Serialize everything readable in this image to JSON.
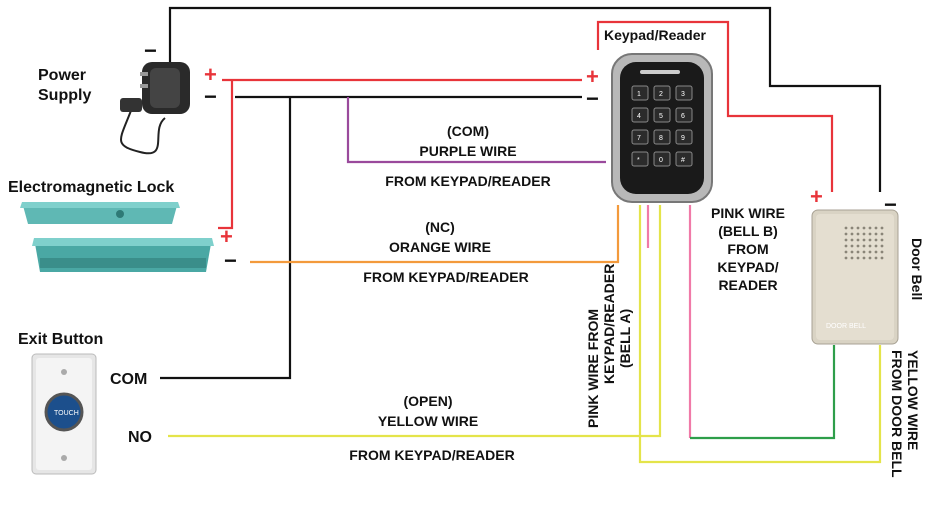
{
  "components": {
    "power_supply": "Power\nSupply",
    "em_lock": "Electromagnetic Lock",
    "exit_button": "Exit Button",
    "keypad": "Keypad/Reader",
    "door_bell": "Door Bell",
    "door_bell_plate": "DOOR BELL",
    "exit_button_face": "TOUCH"
  },
  "terminals": {
    "plus": "+",
    "minus": "−",
    "com": "COM",
    "no": "NO"
  },
  "wires": {
    "com": {
      "l1": "(COM)",
      "l2": "PURPLE WIRE",
      "l3": "FROM KEYPAD/READER"
    },
    "nc": {
      "l1": "(NC)",
      "l2": "ORANGE WIRE",
      "l3": "FROM KEYPAD/READER"
    },
    "open": {
      "l1": "(OPEN)",
      "l2": "YELLOW WIRE",
      "l3": "FROM KEYPAD/READER"
    },
    "bell_b": {
      "l1": "PINK WIRE",
      "l2": "(BELL B)",
      "l3": "FROM",
      "l4": "KEYPAD/",
      "l5": "READER"
    },
    "bell_a": {
      "l1": "PINK WIRE  FROM",
      "l2": "KEYPAD/READER",
      "l3": "(BELL A)"
    },
    "yellow_bell": {
      "l1": "YELLOW WIRE",
      "l2": "FROM DOOR BELL"
    }
  },
  "keypad_keys": [
    "1",
    "2",
    "3",
    "4",
    "5",
    "6",
    "7",
    "8",
    "9",
    "*",
    "0",
    "#"
  ],
  "colors": {
    "black_wire": "#111111",
    "red_wire": "#e8343a",
    "purple_wire": "#9a4a9c",
    "orange_wire": "#f39a3c",
    "yellow_wire": "#e4e44a",
    "pink_wire": "#f07aa8",
    "green_wire": "#2e9e4a",
    "lock_body": "#5fb8b4"
  }
}
